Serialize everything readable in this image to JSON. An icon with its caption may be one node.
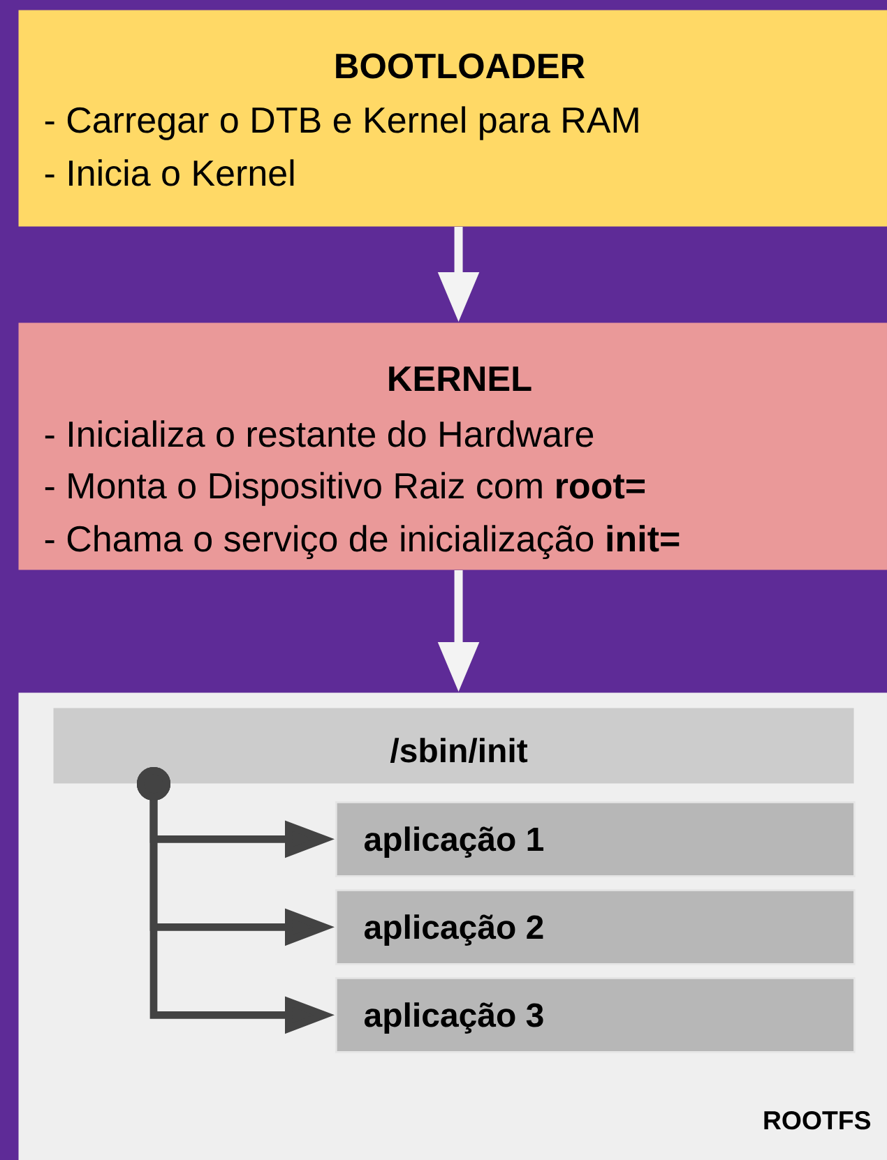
{
  "diagram": {
    "nodes": [
      {
        "text": [
          "BOOTLOADER",
          "- Carregar o DTB e Kernel para RAM",
          "- Inicia o Kernel"
        ]
      },
      {
        "text": [
          "KERNEL",
          "- Inicializa o restante do Hardware",
          "- Monta o Dispositivo Raiz com **root=**",
          "- Chama o serviço de inicialização **init=**"
        ]
      },
      {
        "text": [
          "ROOTFS"
        ]
      },
      {
        "text": [
          "/sbin/init"
        ],
        "in": 2
      },
      {
        "text": [
          "aplicação 1"
        ],
        "in": 2
      },
      {
        "text": [
          "aplicação 2"
        ],
        "in": 2
      },
      {
        "text": [
          "aplicação 3"
        ],
        "in": 2
      }
    ],
    "edges": [
      {
        "from": 0,
        "to": 1,
        "arrow": "to",
        "color": "#f3f3f3"
      },
      {
        "from": 1,
        "to": 2,
        "arrow": "to",
        "color": "#f3f3f3"
      },
      {
        "from": 3,
        "to": 4,
        "arrow": "to"
      },
      {
        "from": 3,
        "to": 5,
        "arrow": "to"
      },
      {
        "from": 3,
        "to": 6,
        "arrow": "to"
      }
    ]
  }
}
